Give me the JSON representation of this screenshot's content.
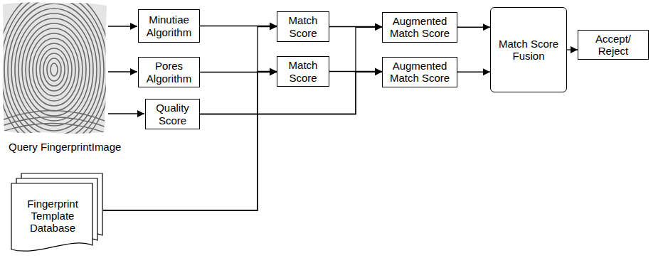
{
  "diagram": {
    "nodes": [
      {
        "text": [
          "Minutiae Algorithm"
        ]
      },
      {
        "text": [
          "Pores Algorithm"
        ]
      },
      {
        "text": [
          "Quality Score"
        ]
      },
      {
        "text": [
          "Match Score"
        ]
      },
      {
        "text": [
          "Match Score"
        ]
      },
      {
        "text": [
          "Augmented Match Score"
        ]
      },
      {
        "text": [
          "Augmented Match Score"
        ]
      },
      {
        "text": [
          "Match Score Fusion"
        ]
      },
      {
        "text": [
          "Accept/ Reject"
        ]
      },
      {
        "text": [
          "Fingerprint Template Database"
        ]
      }
    ],
    "edges": [
      {
        "from": 0,
        "to": 3,
        "arrow": "to"
      },
      {
        "from": 9,
        "to": 3,
        "arrow": "to"
      },
      {
        "from": 9,
        "to": 4,
        "arrow": "to"
      },
      {
        "from": 1,
        "to": 4,
        "arrow": "to"
      },
      {
        "from": 3,
        "to": 5,
        "arrow": "to"
      },
      {
        "from": 2,
        "to": 5,
        "arrow": "to"
      },
      {
        "from": 2,
        "to": 6,
        "arrow": "to"
      },
      {
        "from": 4,
        "to": 6,
        "arrow": "to"
      },
      {
        "from": 5,
        "to": 7,
        "arrow": "to"
      },
      {
        "from": 6,
        "to": 7,
        "arrow": "to"
      },
      {
        "from": 7,
        "to": 8,
        "arrow": "to"
      }
    ],
    "labels": [
      "Query FingerprintImage"
    ]
  }
}
